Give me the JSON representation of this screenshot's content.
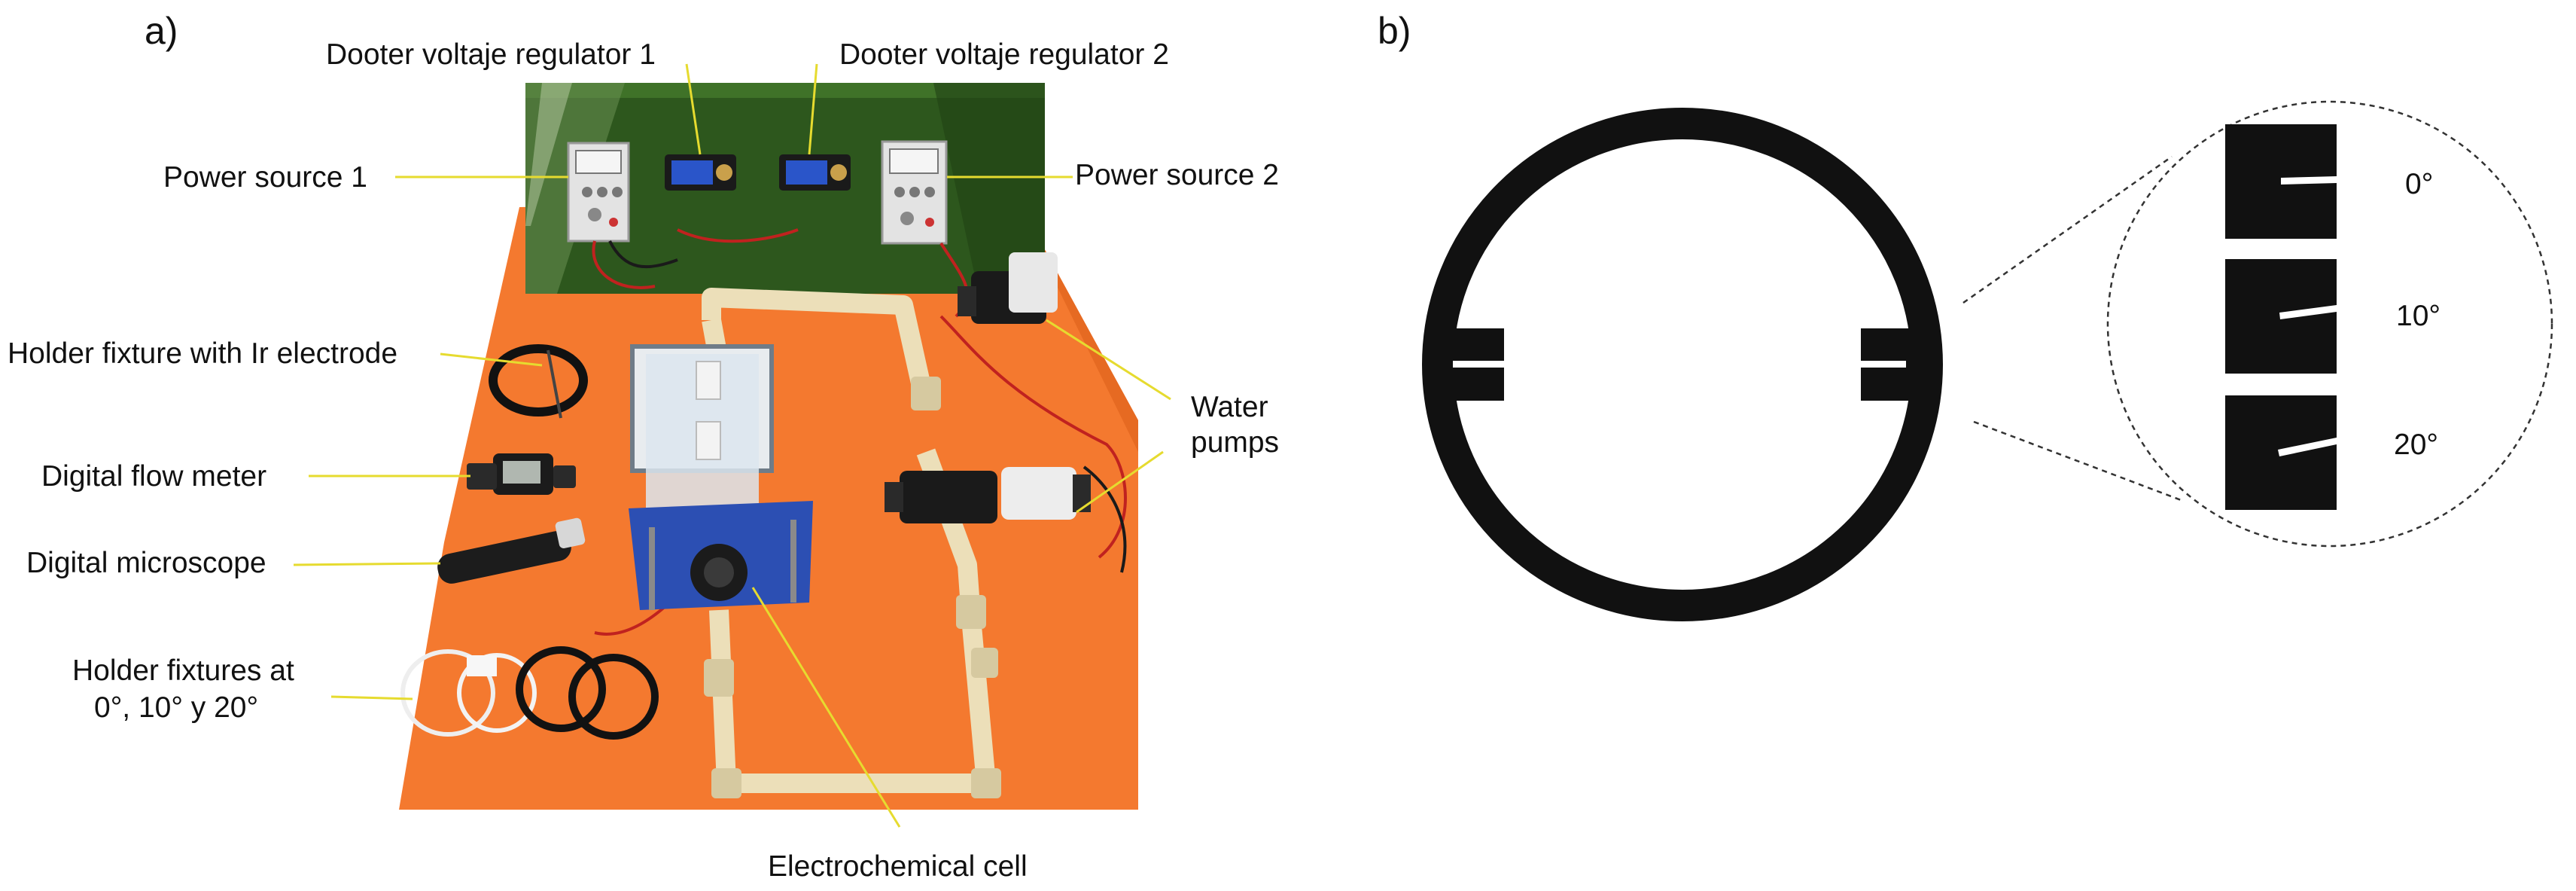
{
  "panels": {
    "a": "a)",
    "b": "b)"
  },
  "labels_a": {
    "dooter1": "Dooter voltaje regulator 1",
    "dooter2": "Dooter voltaje regulator 2",
    "power1": "Power source 1",
    "power2": "Power source 2",
    "holder_ir": "Holder fixture with Ir electrode",
    "flow_meter": "Digital flow meter",
    "microscope": "Digital microscope",
    "holders_line1": "Holder fixtures at",
    "holders_line2": "0°, 10° y 20°",
    "pumps_line1": "Water",
    "pumps_line2": "pumps",
    "cell": "Electrochemical cell"
  },
  "labels_b": {
    "angle0": "0°",
    "angle10": "10°",
    "angle20": "20°"
  },
  "colors": {
    "board": "#f4792f",
    "panel": "#2f5a1e",
    "leader": "#e6db2f",
    "pipe": "#ede1bd",
    "holder": "#111111"
  }
}
